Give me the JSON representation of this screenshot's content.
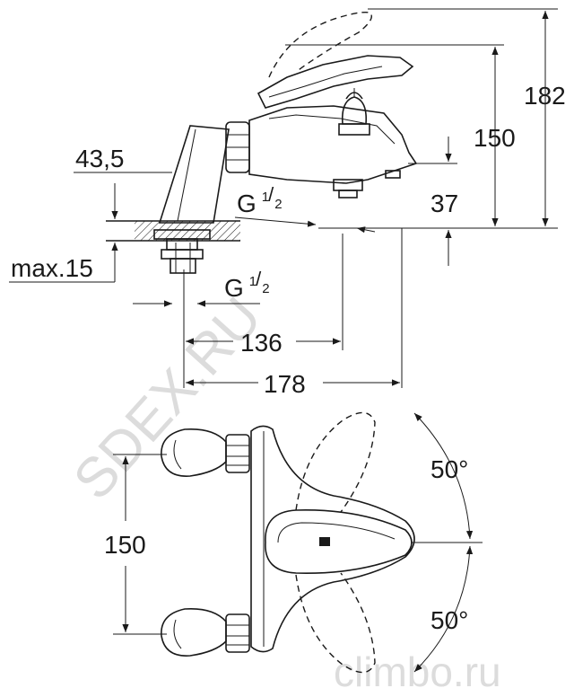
{
  "dimensions": {
    "total_height": "182",
    "lever_height": "150",
    "spout_height": "37",
    "inlet_offset": "43,5",
    "max_thickness": "max.15",
    "thread_label_top": {
      "main": "G",
      "sup": "1",
      "sub": "2"
    },
    "thread_label_bottom": {
      "main": "G",
      "sup": "1",
      "sub": "2"
    },
    "inlet_to_spout": "136",
    "overall_depth": "178",
    "inlet_spacing": "150",
    "rotation_upper": "50°",
    "rotation_lower": "50°"
  },
  "watermark": {
    "diagonal": "SDEX.RU",
    "bottom": "climbo.ru"
  }
}
